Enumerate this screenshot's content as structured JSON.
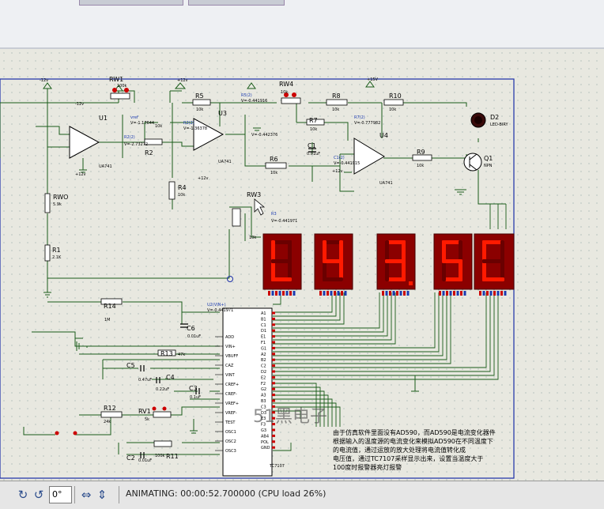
{
  "status": {
    "rotation_value": "0°",
    "animation_text": "ANIMATING: 00:00:52.700000 (CPU load 26%)"
  },
  "display": {
    "digits": [
      "L",
      "4",
      "3.",
      "5",
      "C"
    ],
    "segment_color": "#ff1a00",
    "panel_color": "#8b0000"
  },
  "components": {
    "RW1": {
      "name": "RW1",
      "value": "100k"
    },
    "RW4": {
      "name": "RW4",
      "value": "10k"
    },
    "RW3": {
      "name": "RW3",
      "value": "10k"
    },
    "RW0": {
      "name": "RWO",
      "value": "5.9k"
    },
    "U1": {
      "name": "U1",
      "part": "UA741"
    },
    "U3": {
      "name": "U3",
      "part": "UA741"
    },
    "U4": {
      "name": "U4",
      "part": "UA741"
    },
    "R1": {
      "name": "R1",
      "value": "2.1K"
    },
    "R2": {
      "name": "R2",
      "value": "10k"
    },
    "R4": {
      "name": "R4",
      "value": "10k"
    },
    "R5": {
      "name": "R5",
      "value": "10k"
    },
    "R6": {
      "name": "R6",
      "value": "10k"
    },
    "R7": {
      "name": "R7",
      "value": "10k"
    },
    "R8": {
      "name": "R8",
      "value": "10k"
    },
    "R9": {
      "name": "R9",
      "value": "10k"
    },
    "R10": {
      "name": "R10",
      "value": "10k"
    },
    "R11": {
      "name": "R11",
      "value": "100k"
    },
    "R12": {
      "name": "R12",
      "value": "24k"
    },
    "R13": {
      "name": "R13",
      "value": "47k"
    },
    "R14": {
      "name": "R14",
      "value": "1M"
    },
    "RV1": {
      "name": "RV1",
      "value": "5k"
    },
    "C1": {
      "name": "C1",
      "value": "0.01uF"
    },
    "C2": {
      "name": "C2",
      "value": "0.01uF"
    },
    "C3": {
      "name": "C3",
      "value": "0.1uF"
    },
    "C4": {
      "name": "C4",
      "value": "0.22uF"
    },
    "C5": {
      "name": "C5",
      "value": "0.47uF"
    },
    "C6": {
      "name": "C6",
      "value": "0.01uF"
    },
    "D2": {
      "name": "D2",
      "part": "LED-BIRY"
    },
    "Q1": {
      "name": "Q1",
      "part": "NPN"
    },
    "TC7107": {
      "name": "TC7107"
    },
    "U2_VIN": {
      "name": "U2(VIN+)",
      "reading": "V=-0.441971"
    }
  },
  "probes": {
    "vref": {
      "label": "vref",
      "reading": "V=-1.17644"
    },
    "r2_2": {
      "label": "R2(2)",
      "reading": "V=-2.73272"
    },
    "r5_2": {
      "label": "R5(2)",
      "reading": "V=-0.441916"
    },
    "r3_2": {
      "label": "R2(2)",
      "reading": "V=-1.36378"
    },
    "u3out": {
      "label": "",
      "reading": "V=-0.442376"
    },
    "r7_2": {
      "label": "R7(2)",
      "reading": "V=-0.777982"
    },
    "c1_2": {
      "label": "C1(2)",
      "reading": "V=-0.441915"
    },
    "rw3": {
      "label": "R3",
      "reading": "V=-0.441971"
    }
  },
  "supply": {
    "pos": "+12v",
    "neg": "-12v",
    "pos2": "+15V"
  },
  "ic_pins_left": [
    "ADD",
    "VIN+",
    "VBUFF",
    "CAZ",
    "VINT",
    "CREF+",
    "CREF-",
    "VREF+",
    "VREF-",
    "TEST",
    "OSC1",
    "OSC2",
    "OSC3"
  ],
  "ic_pins_right": [
    "A1",
    "B1",
    "C1",
    "D1",
    "E1",
    "F1",
    "G1",
    "A2",
    "B2",
    "C2",
    "D2",
    "E2",
    "F2",
    "G2",
    "A3",
    "B3",
    "C3",
    "D3",
    "E3",
    "F3",
    "G3",
    "AB4",
    "POL",
    "GND"
  ],
  "watermark": "51黑电子",
  "notes": {
    "lines": [
      "由于仿真软件里面没有AD590，而AD590是电流变化器件",
      "根据输入的温度源的电流变化来模拟AD590在不同温度下",
      "的电流值，通过运放的放大处理将电流值转化成",
      "电压值，通过TC7107采样显示出来，设置当温度大于",
      "100度时报警器亮灯报警"
    ]
  }
}
